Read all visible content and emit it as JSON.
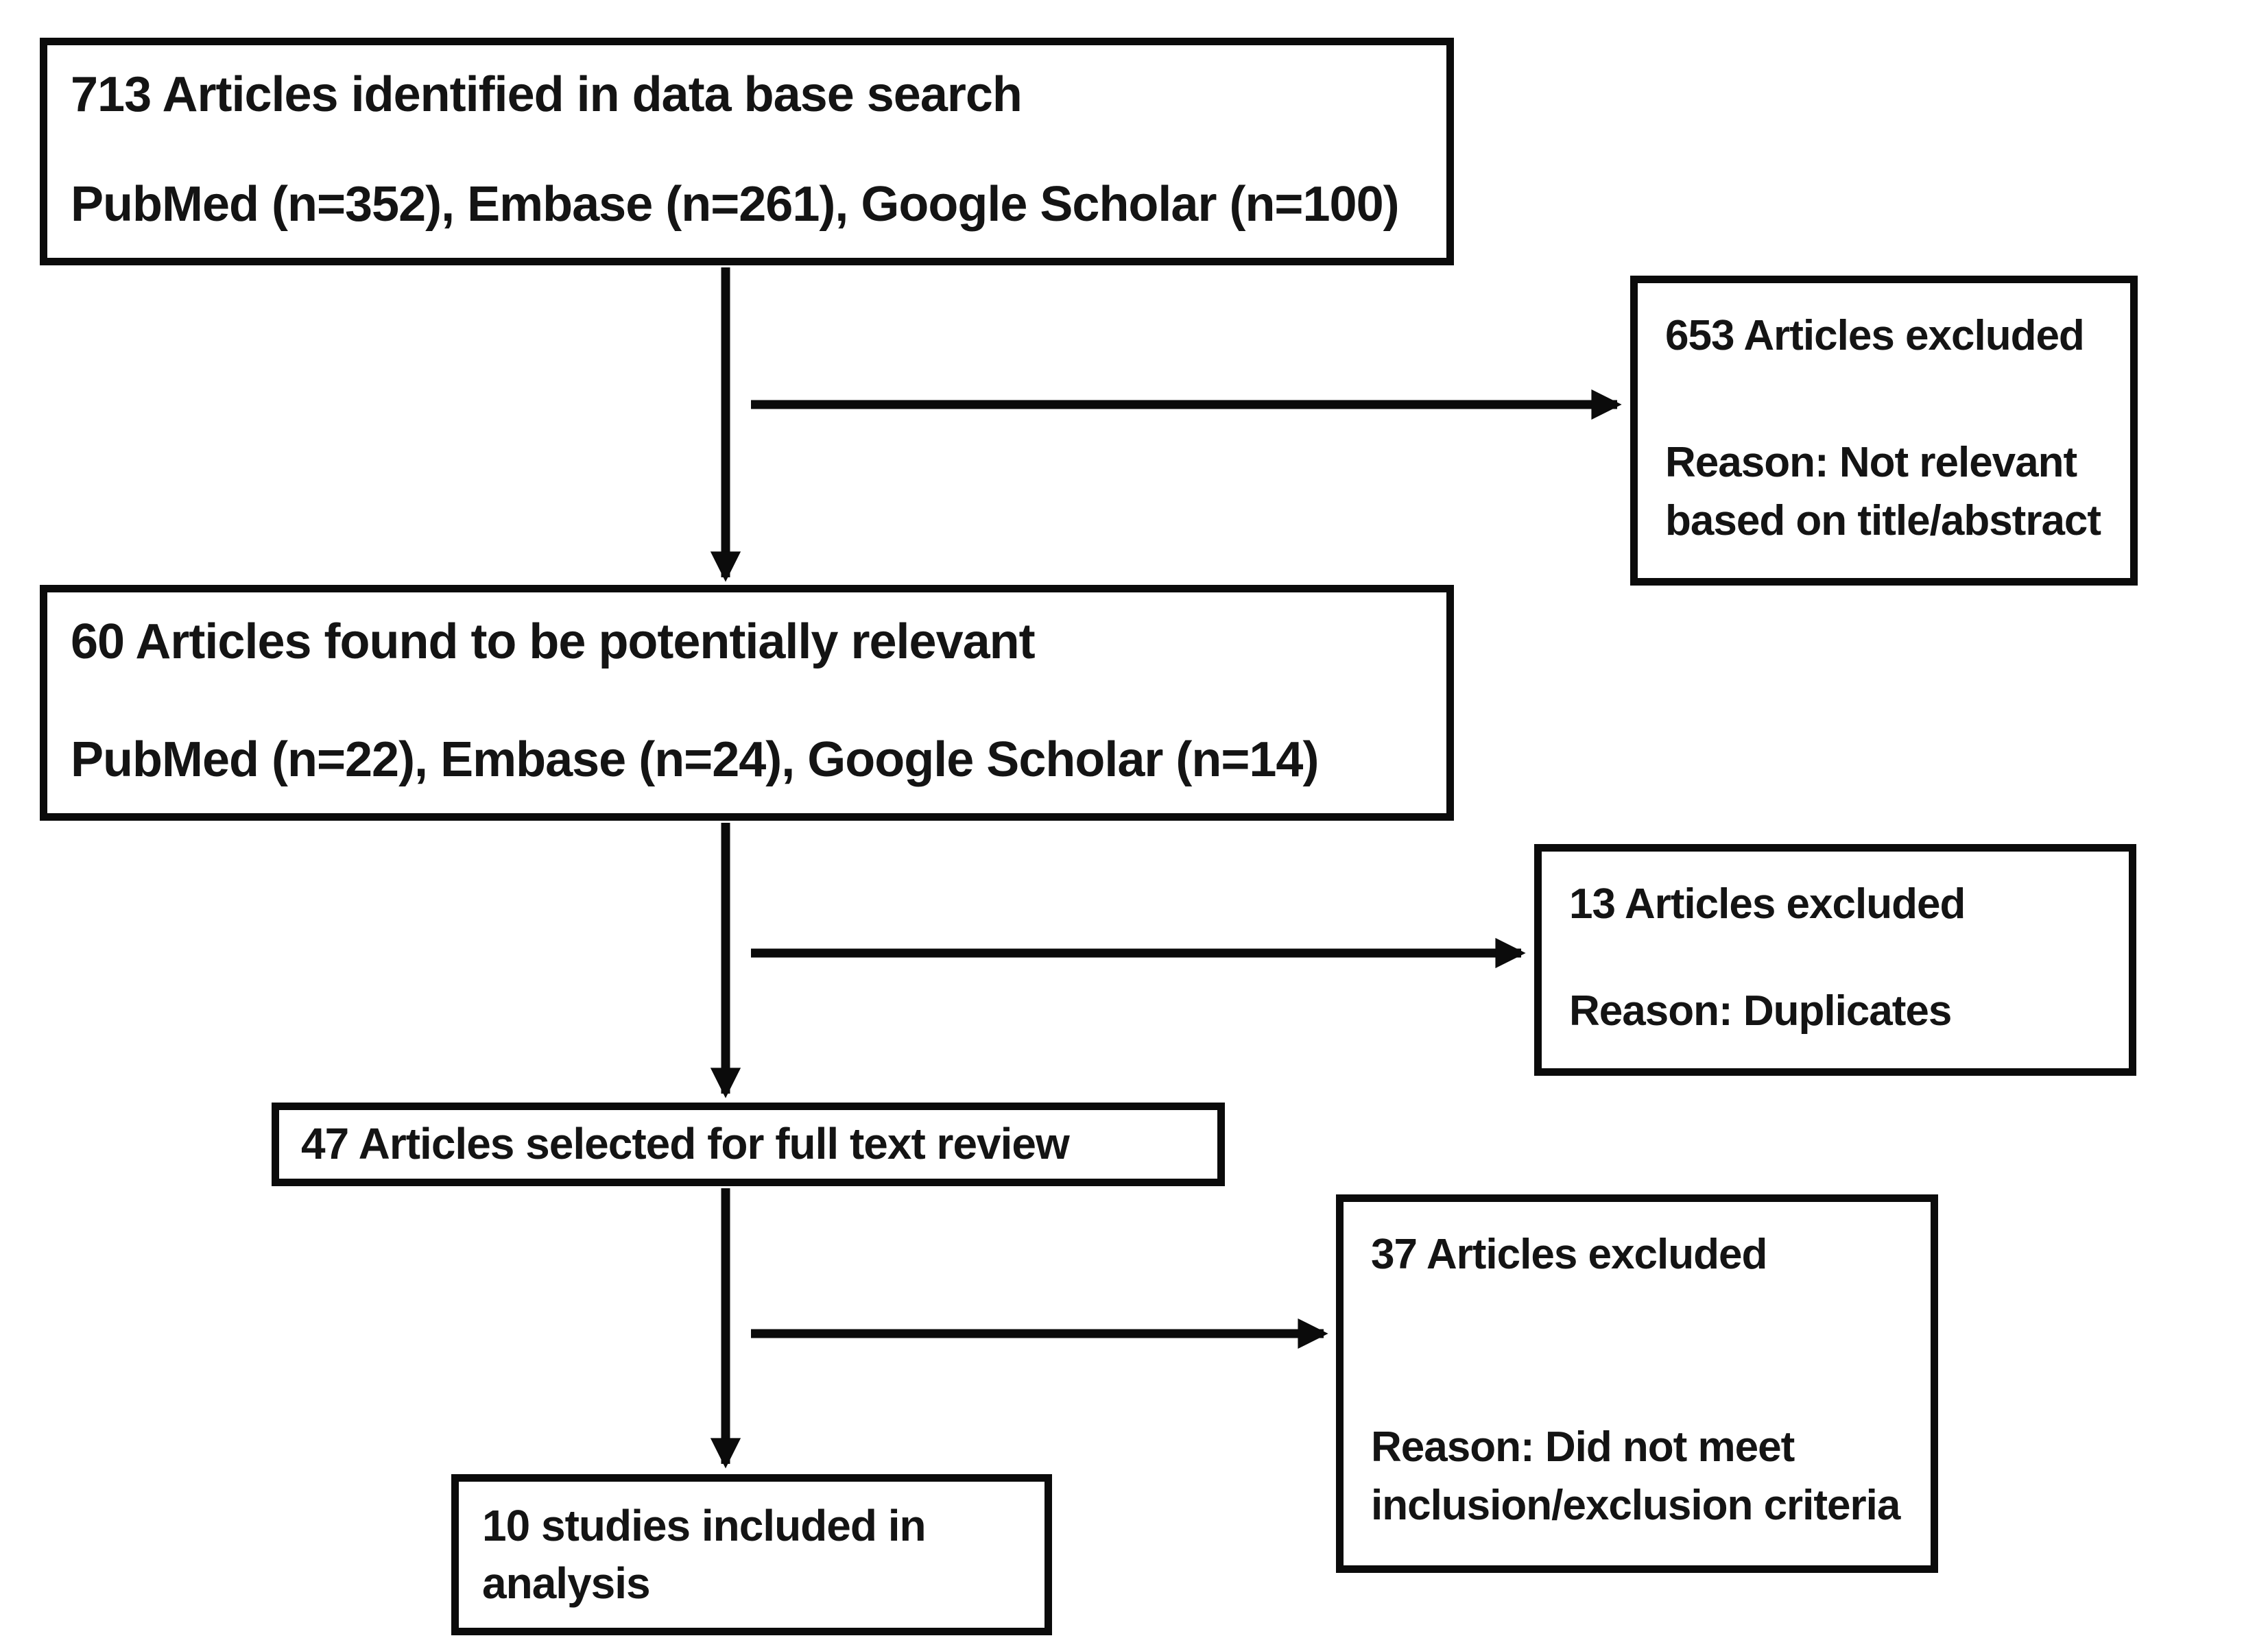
{
  "figure": {
    "kind": "flowchart",
    "description": "Article selection flow diagram (database search to included studies)",
    "colors": {
      "background": "#ffffff",
      "border": "#0b0b0b",
      "text": "#141414"
    }
  },
  "boxes": {
    "identified": {
      "line1": "713 Articles identified in data base search",
      "line2": "PubMed (n=352), Embase (n=261), Google Scholar (n=100)"
    },
    "excluded_title_abstract": {
      "line1": "653 Articles excluded",
      "line2": "Reason: Not relevant based on title/abstract"
    },
    "potentially_relevant": {
      "line1": "60 Articles found to be potentially relevant",
      "line2": "PubMed (n=22), Embase (n=24), Google Scholar (n=14)"
    },
    "excluded_duplicates": {
      "line1": "13 Articles excluded",
      "line2": "Reason: Duplicates"
    },
    "full_text_review": {
      "line1": "47 Articles selected for full text review"
    },
    "excluded_criteria": {
      "line1": "37 Articles excluded",
      "line2": "Reason: Did not meet inclusion/exclusion criteria"
    },
    "included_analysis": {
      "line1": "10 studies included in analysis"
    }
  },
  "counts": {
    "identified_total": 713,
    "identified_pubmed": 352,
    "identified_embase": 261,
    "identified_google_scholar": 100,
    "excluded_not_relevant": 653,
    "potentially_relevant_total": 60,
    "relevant_pubmed": 22,
    "relevant_embase": 24,
    "relevant_google_scholar": 14,
    "excluded_duplicates": 13,
    "full_text_review": 47,
    "excluded_criteria": 37,
    "included_in_analysis": 10
  }
}
